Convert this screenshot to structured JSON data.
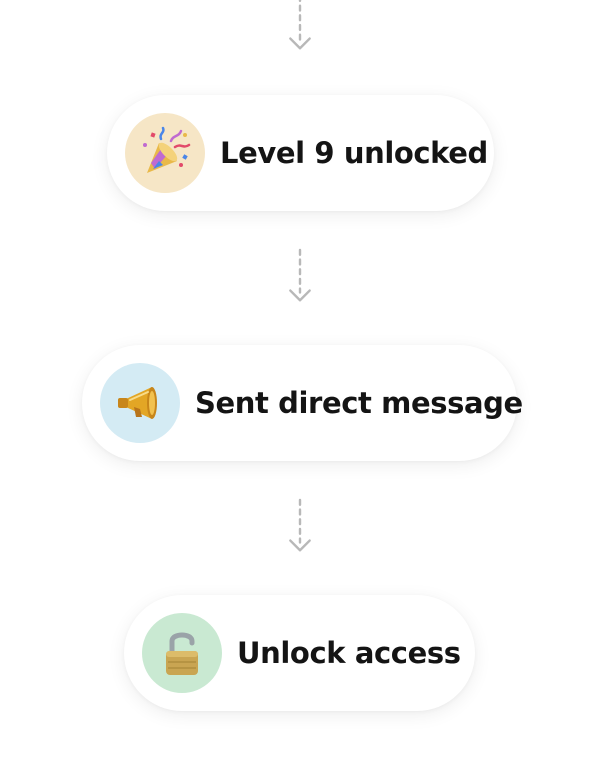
{
  "flow": {
    "steps": [
      {
        "label": "Level 9 unlocked",
        "icon": "party-popper-icon",
        "icon_bg": "#f6e6c6"
      },
      {
        "label": "Sent direct message",
        "icon": "megaphone-icon",
        "icon_bg": "#d4ebf4"
      },
      {
        "label": "Unlock access",
        "icon": "unlocked-padlock-icon",
        "icon_bg": "#c9e9d2"
      }
    ]
  },
  "colors": {
    "card_background": "#ffffff",
    "text": "#141414",
    "connector": "#b8b8b8"
  }
}
